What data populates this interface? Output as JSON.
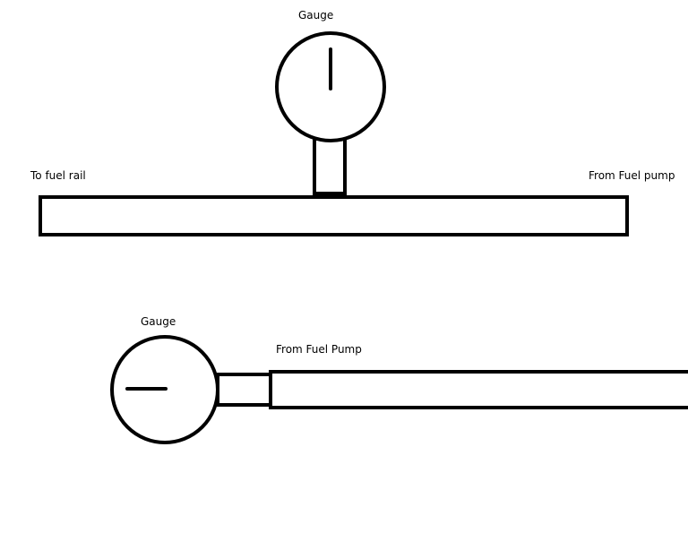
{
  "diagram_1": {
    "gauge_label": "Gauge",
    "left_label": "To fuel rail",
    "right_label": "From Fuel pump"
  },
  "diagram_2": {
    "gauge_label": "Gauge",
    "pipe_label": "From Fuel Pump"
  },
  "colors": {
    "stroke": "#000000",
    "background": "#ffffff"
  }
}
